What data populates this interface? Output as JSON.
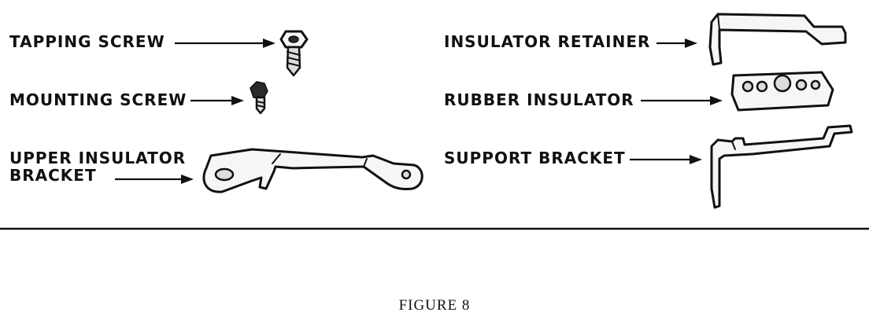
{
  "labels": {
    "tapping_screw": "TAPPING SCREW",
    "mounting_screw": "MOUNTING SCREW",
    "upper_insulator_bracket_line1": "UPPER INSULATOR",
    "upper_insulator_bracket_line2": "BRACKET",
    "insulator_retainer": "INSULATOR RETAINER",
    "rubber_insulator": "RUBBER INSULATOR",
    "support_bracket": "SUPPORT BRACKET"
  },
  "caption": "FIGURE 8"
}
